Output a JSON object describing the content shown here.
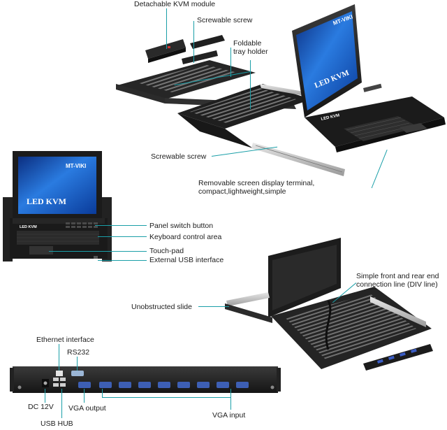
{
  "labels": {
    "detachable_kvm_module": "Detachable KVM module",
    "screwable_screw_top": "Screwable screw",
    "foldable_tray_holder": "Foldable\ntray holder",
    "screwable_screw_mid": "Screwable screw",
    "removable_screen": "Removable screen display terminal,\ncompact,lightweight,simple",
    "panel_switch_button": "Panel switch button",
    "keyboard_control_area": "Keyboard control area",
    "touch_pad": "Touch-pad",
    "external_usb_interface": "External USB interface",
    "simple_connection_line": "Simple front and rear end\nconnection line (DIV line)",
    "unobstructed_slide": "Unobstructed slide",
    "ethernet_interface": "Ethernet interface",
    "rs232": "RS232",
    "dc_12v": "DC 12V",
    "vga_output": "VGA output",
    "usb_hub": "USB HUB",
    "vga_input": "VGA input"
  },
  "screen_branding": {
    "brand": "MT-VIKI",
    "screen_title": "LED KVM",
    "bezel_text": "LED KVM"
  },
  "colors": {
    "leader": "#1a9fa8",
    "metal_dark": "#1e1e1e",
    "screen_blue": "#1d5fc4"
  }
}
